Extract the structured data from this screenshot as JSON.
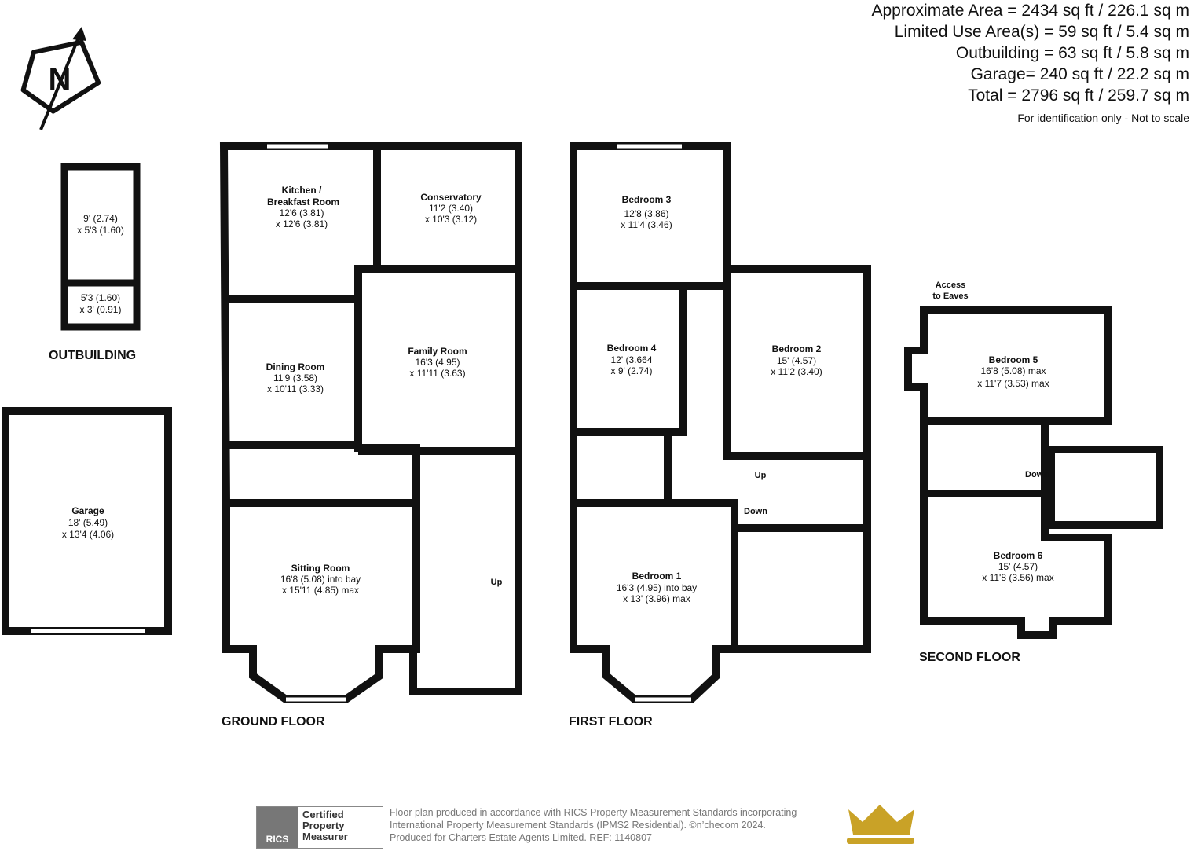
{
  "areas": {
    "approx": "Approximate Area = 2434 sq ft / 226.1 sq m",
    "limited": "Limited Use Area(s) = 59 sq ft / 5.4 sq m",
    "outbuilding": "Outbuilding = 63 sq ft / 5.8 sq m",
    "garage": "Garage= 240 sq ft / 22.2 sq m",
    "total": "Total = 2796 sq ft / 259.7 sq m",
    "note": "For identification only - Not to scale"
  },
  "compass": {
    "letter": "N",
    "icon": "north-arrow-icon"
  },
  "floors": {
    "ground": "GROUND FLOOR",
    "first": "FIRST FLOOR",
    "second": "SECOND FLOOR",
    "outbuilding": "OUTBUILDING"
  },
  "rooms": {
    "kitchen": {
      "name1": "Kitchen /",
      "name2": "Breakfast Room",
      "dim1": "12'6 (3.81)",
      "dim2": "x 12'6 (3.81)"
    },
    "conservatory": {
      "name": "Conservatory",
      "dim1": "11'2 (3.40)",
      "dim2": "x 10'3 (3.12)"
    },
    "dining": {
      "name": "Dining Room",
      "dim1": "11'9 (3.58)",
      "dim2": "x 10'11 (3.33)"
    },
    "family": {
      "name": "Family Room",
      "dim1": "16'3 (4.95)",
      "dim2": "x 11'11 (3.63)"
    },
    "sitting": {
      "name": "Sitting Room",
      "dim1": "16'8 (5.08) into bay",
      "dim2": "x 15'11 (4.85) max"
    },
    "garage": {
      "name": "Garage",
      "dim1": "18' (5.49)",
      "dim2": "x 13'4 (4.06)"
    },
    "out1": {
      "dim1": "9' (2.74)",
      "dim2": "x 5'3 (1.60)"
    },
    "out2": {
      "dim1": "5'3 (1.60)",
      "dim2": "x 3' (0.91)"
    },
    "bed3": {
      "name": "Bedroom 3",
      "dim1": "12'8 (3.86)",
      "dim2": "x 11'4 (3.46)"
    },
    "bed4": {
      "name": "Bedroom 4",
      "dim1": "12' (3.664",
      "dim2": "x 9' (2.74)"
    },
    "bed2": {
      "name": "Bedroom 2",
      "dim1": "15' (4.57)",
      "dim2": "x 11'2 (3.40)"
    },
    "bed1": {
      "name": "Bedroom 1",
      "dim1": "16'3 (4.95) into bay",
      "dim2": "x 13' (3.96) max"
    },
    "bed5": {
      "name": "Bedroom 5",
      "dim1": "16'8 (5.08) max",
      "dim2": "x 11'7 (3.53) max"
    },
    "bed6": {
      "name": "Bedroom 6",
      "dim1": "15' (4.57)",
      "dim2": "x 11'8 (3.56) max"
    },
    "eaves1": "Access",
    "eaves2": "to Eaves"
  },
  "stairs": {
    "up": "Up",
    "down": "Down"
  },
  "footer": {
    "line1": "Floor plan produced in accordance with RICS Property Measurement Standards incorporating",
    "line2": "International Property Measurement Standards (IPMS2 Residential).   ©n’checom 2024.",
    "line3": "Produced for Charters Estate Agents Limited.   REF:  1140807",
    "badge_logo": "RICS",
    "badge1": "Certified",
    "badge2": "Property",
    "badge3": "Measurer"
  },
  "colors": {
    "wall": "#111111",
    "crown": "#c9a227",
    "grey": "#777777"
  }
}
